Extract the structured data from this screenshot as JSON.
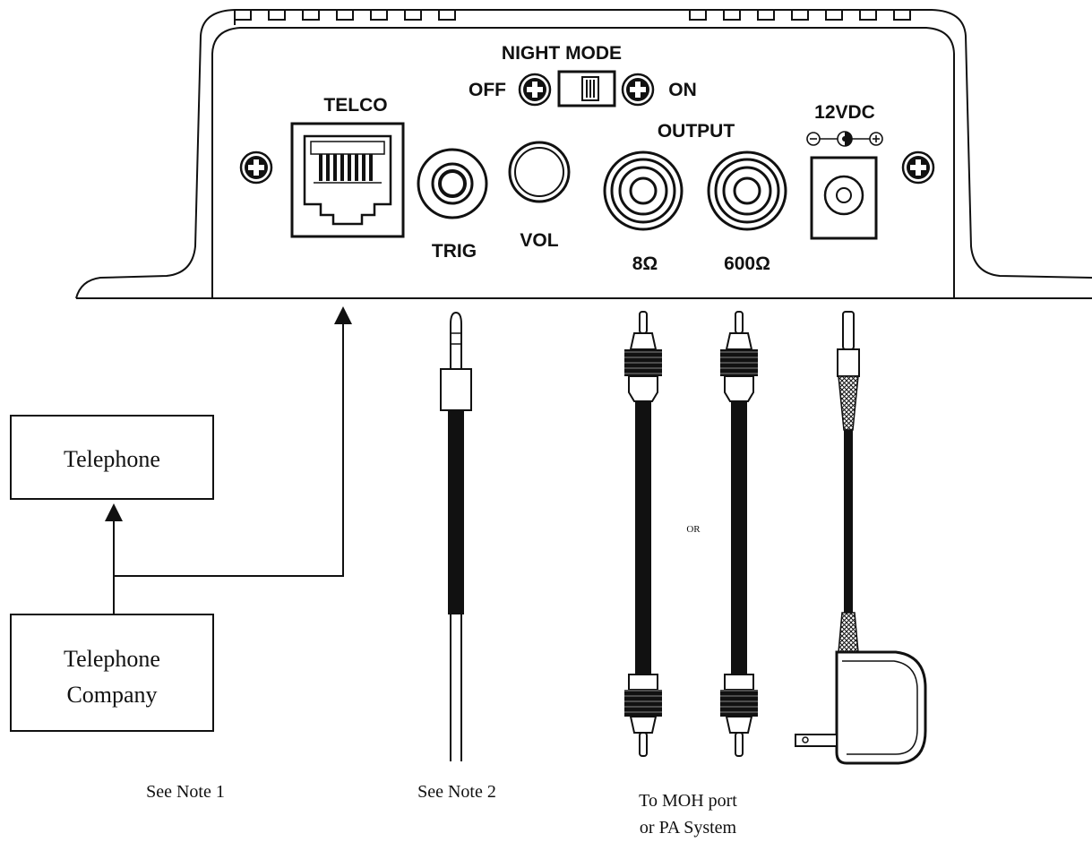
{
  "device": {
    "night_mode_label": "NIGHT MODE",
    "off_label": "OFF",
    "on_label": "ON",
    "telco_label": "TELCO",
    "output_label": "OUTPUT",
    "power_label": "12VDC",
    "trig_label": "TRIG",
    "vol_label": "VOL",
    "out_8_label": "8Ω",
    "out_600_label": "600Ω"
  },
  "wiring": {
    "telephone_label": "Telephone",
    "telco_company_line1": "Telephone",
    "telco_company_line2": "Company",
    "or_label": "OR"
  },
  "notes": {
    "note1": "See Note 1",
    "note2": "See Note 2",
    "moh_line1": "To MOH port",
    "moh_line2": "or PA System"
  },
  "icons": [
    "screw-icon",
    "rj11-jack-icon",
    "audio-jack-icon",
    "rca-jack-icon",
    "dc-jack-icon",
    "polarity-symbol-icon",
    "slide-switch-icon",
    "power-adapter-icon"
  ]
}
